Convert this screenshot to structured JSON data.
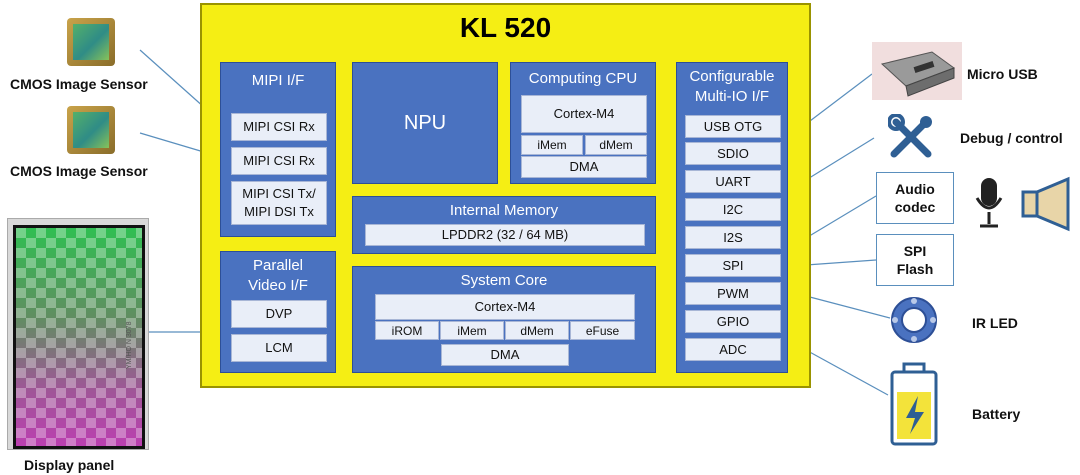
{
  "chip": {
    "title": "KL 520"
  },
  "mipi": {
    "title": "MIPI I/F",
    "items": [
      "MIPI CSI Rx",
      "MIPI CSI Rx",
      "MIPI CSI Tx/\nMIPI DSI Tx"
    ]
  },
  "npu": {
    "title": "NPU"
  },
  "computing": {
    "title": "Computing CPU",
    "core": "Cortex-M4",
    "imem": "iMem",
    "dmem": "dMem",
    "dma": "DMA"
  },
  "internal_memory": {
    "title": "Internal Memory",
    "item": "LPDDR2 (32 / 64 MB)"
  },
  "parallel": {
    "title": "Parallel\nVideo I/F",
    "items": [
      "DVP",
      "LCM"
    ]
  },
  "system_core": {
    "title": "System Core",
    "core": "Cortex-M4",
    "subs": [
      "iROM",
      "iMem",
      "dMem",
      "eFuse"
    ],
    "dma": "DMA"
  },
  "multi_io": {
    "title": "Configurable\nMulti-IO I/F",
    "items": [
      "USB OTG",
      "SDIO",
      "UART",
      "I2C",
      "I2S",
      "SPI",
      "PWM",
      "GPIO",
      "ADC"
    ]
  },
  "left": {
    "sensor1": "CMOS Image Sensor",
    "sensor2": "CMOS Image Sensor",
    "display": "Display panel",
    "panel_mark": "YM/HO N 3078"
  },
  "right": {
    "usb": "Micro USB",
    "debug": "Debug / control",
    "audio": "Audio\ncodec",
    "spi": "SPI\nFlash",
    "ir": "IR LED",
    "battery": "Battery"
  },
  "colors": {
    "chip": "#f5ee14",
    "block": "#4a72c0",
    "cell": "#e9eef8",
    "wire": "#5a8fbd"
  },
  "icons": [
    "image-sensor-icon",
    "usb-connector-icon",
    "tools-icon",
    "microphone-icon",
    "speaker-icon",
    "ir-led-icon",
    "battery-icon"
  ]
}
